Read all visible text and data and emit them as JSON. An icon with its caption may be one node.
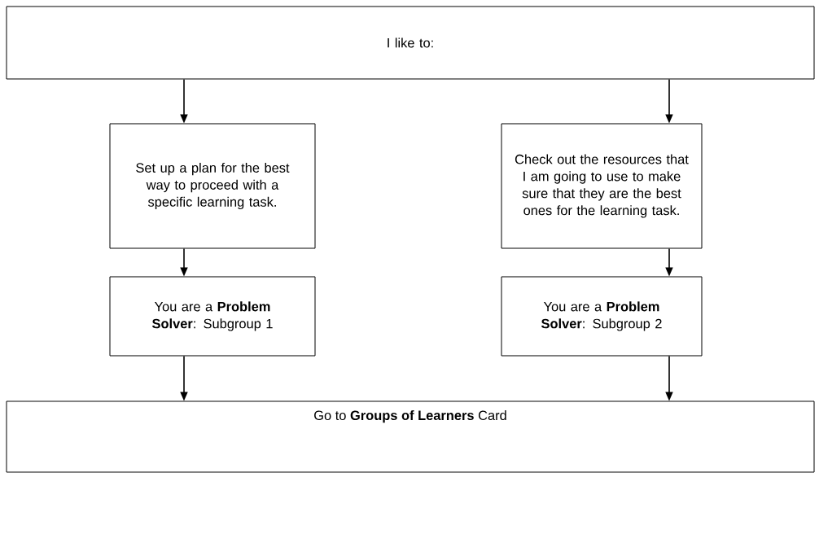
{
  "diagram": {
    "nodes": [
      {
        "text": [
          "I like to:"
        ]
      },
      {
        "text": [
          "Set up a plan for the best way to proceed with a specific learning task."
        ]
      },
      {
        "text": [
          "Check out the resources that I am going to use to make sure that they are the best ones for the learning task."
        ]
      },
      {
        "text": [
          "You are a **Problem Solver**: Subgroup 1"
        ]
      },
      {
        "text": [
          "You are a **Problem Solver**: Subgroup 2"
        ]
      },
      {
        "text": [
          "Go to **Groups of Learners** Card"
        ]
      }
    ],
    "edges": [
      {
        "from": 0,
        "to": 1,
        "arrow": "to"
      },
      {
        "from": 0,
        "to": 2,
        "arrow": "to"
      },
      {
        "from": 1,
        "to": 3,
        "arrow": "to"
      },
      {
        "from": 2,
        "to": 4,
        "arrow": "to"
      },
      {
        "from": 3,
        "to": 5,
        "arrow": "to"
      },
      {
        "from": 4,
        "to": 5,
        "arrow": "to"
      }
    ]
  }
}
